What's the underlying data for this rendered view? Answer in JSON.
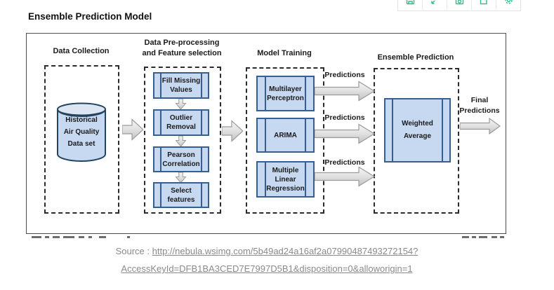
{
  "page": {
    "title": "Ensemble Prediction Model"
  },
  "toolbar": {
    "icon_names": [
      "save-icon",
      "expand-icon",
      "save-disk-icon",
      "export-icon",
      "settings-gear-icon"
    ],
    "icon_color": "#2EBD85"
  },
  "diagram": {
    "headers": {
      "col1": "Data Collection",
      "col2_lines": [
        "Data Pre-processing",
        "and Feature selection"
      ],
      "col3": "Model Training",
      "col4": "Ensemble Prediction"
    },
    "data_collection": {
      "cylinder_lines": [
        "Historical",
        "Air Quality",
        "Data set"
      ]
    },
    "preprocessing_steps": [
      {
        "lines": [
          "Fill Missing",
          "Values"
        ]
      },
      {
        "lines": [
          "Outlier",
          "Removal"
        ]
      },
      {
        "lines": [
          "Pearson",
          "Correlation"
        ]
      },
      {
        "lines": [
          "Select",
          "features"
        ]
      }
    ],
    "models": [
      {
        "lines": [
          "Multilayer",
          "Perceptron"
        ]
      },
      {
        "lines": [
          "ARIMA"
        ]
      },
      {
        "lines": [
          "Multiple",
          "Linear",
          "Regression"
        ]
      }
    ],
    "prediction_label": "Predictions",
    "ensemble": {
      "lines": [
        "Weighted",
        "Average"
      ]
    },
    "final_label_lines": [
      "Final",
      "Predictions"
    ],
    "colors": {
      "box_fill": "#C6D9F1",
      "box_border": "#365F91",
      "cylinder_top_fill": "#DCE6F3",
      "arrow_fill_light": "#F2F2F2",
      "arrow_fill_dark": "#C4C4C4",
      "arrow_border": "#9B9B9B",
      "toolbar_accent": "#2EBD85",
      "source_text": "#8A8A8A"
    }
  },
  "source": {
    "prefix": "Source : ",
    "url_line1": "http://nebula.wsimg.com/5b49ad24a16af2a07990487493272154?",
    "url_line2": "AccessKeyId=DFB1BA3CED7E7997D5B1&disposition=0&alloworigin=1"
  }
}
